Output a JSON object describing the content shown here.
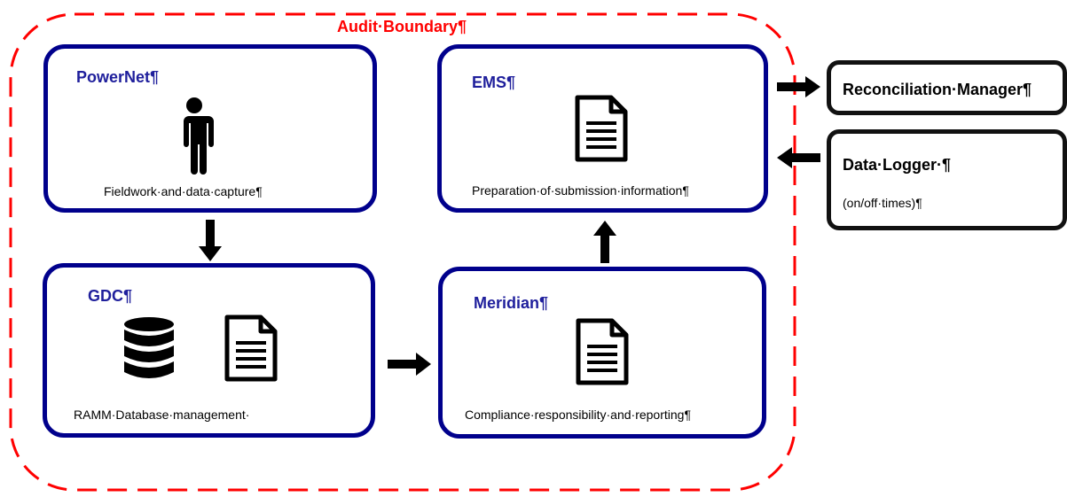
{
  "boundary": {
    "label": "Audit·Boundary¶",
    "color": "#ff0000"
  },
  "colors": {
    "box_border": "#00008c",
    "title": "#1f1f9c",
    "ext_border": "#111111"
  },
  "boxes": {
    "powernet": {
      "title": "PowerNet¶",
      "text": "Fieldwork·and·data·capture¶",
      "icon": "person-icon"
    },
    "ems": {
      "title": "EMS¶",
      "text": "Preparation·of·submission·information¶",
      "icon": "document-icon"
    },
    "gdc": {
      "title": "GDC¶",
      "text": "RAMM·Database·management·",
      "icons": [
        "database-icon",
        "document-icon"
      ]
    },
    "meridian": {
      "title": "Meridian¶",
      "text": "Compliance·responsibility·and·reporting¶",
      "icon": "document-icon"
    }
  },
  "external": {
    "reconciliation": {
      "title": "Reconciliation·Manager¶"
    },
    "datalogger": {
      "title": "Data·Logger·¶",
      "subtitle": "(on/off·times)¶"
    }
  }
}
